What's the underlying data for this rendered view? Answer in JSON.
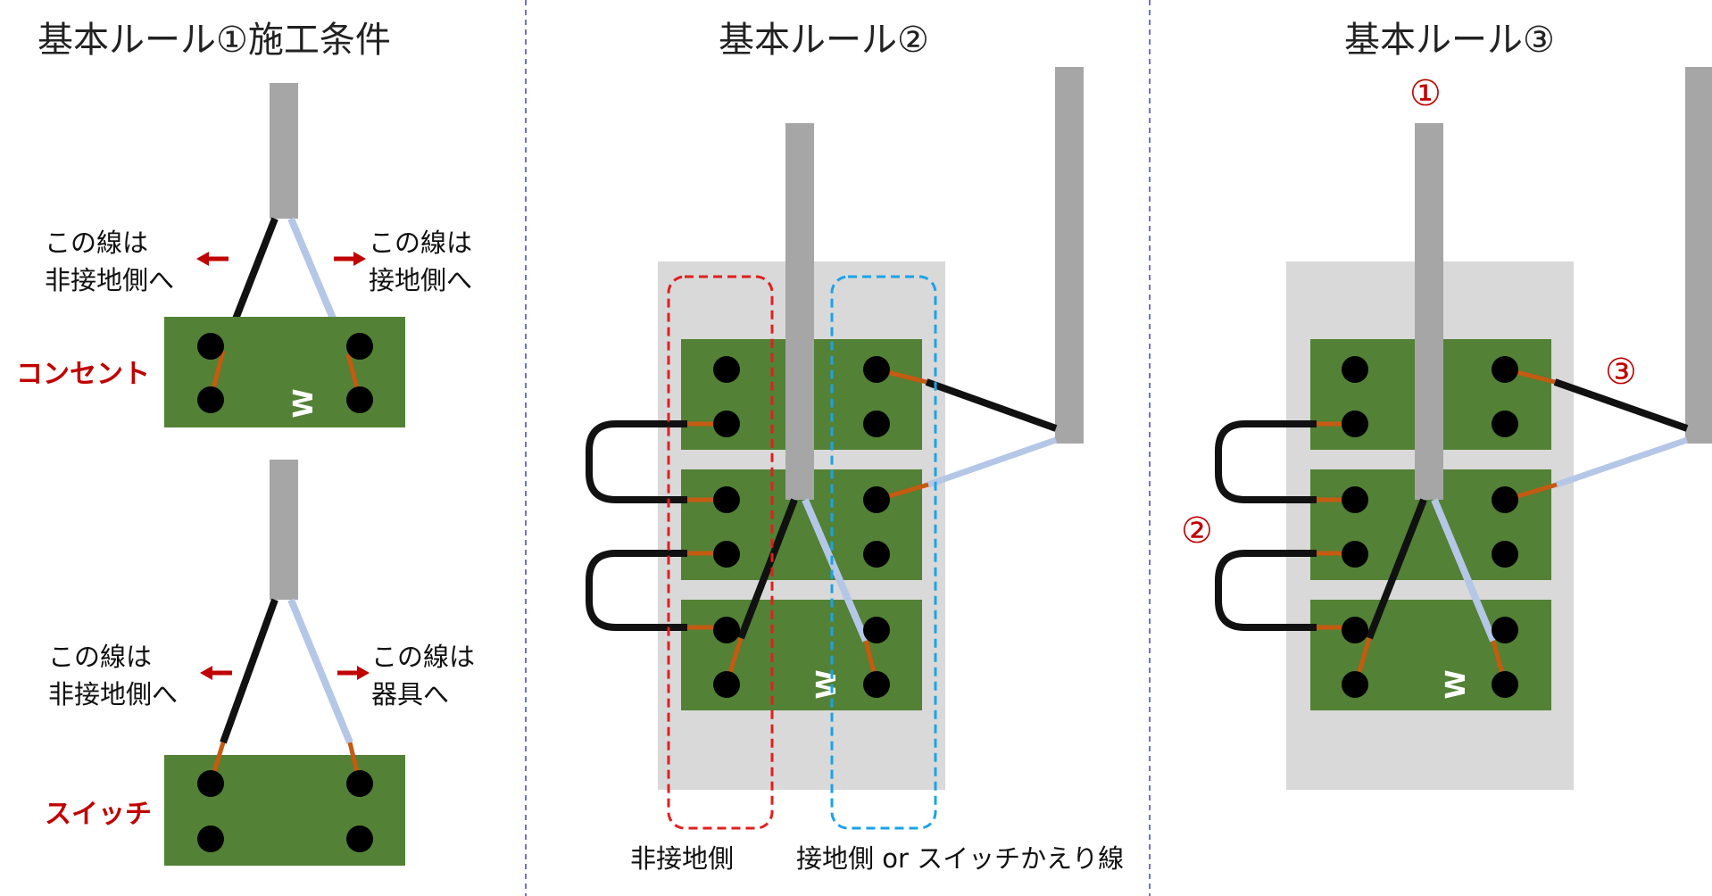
{
  "panels": {
    "rule1": {
      "title": "基本ルール①施工条件",
      "outlet": {
        "device_label": "コンセント",
        "left_note": [
          "この線は",
          "非接地側へ"
        ],
        "right_note": [
          "この線は",
          "接地側へ"
        ],
        "terminal_mark": "W"
      },
      "switch": {
        "device_label": "スイッチ",
        "left_note": [
          "この線は",
          "非接地側へ"
        ],
        "right_note": [
          "この線は",
          "器具へ"
        ]
      }
    },
    "rule2": {
      "title": "基本ルール②",
      "terminal_mark": "W",
      "left_column_label": "非接地側",
      "right_column_label": "接地側 or スイッチかえり線"
    },
    "rule3": {
      "title": "基本ルール③",
      "terminal_mark": "W",
      "markers": [
        "①",
        "②",
        "③"
      ]
    }
  },
  "colors": {
    "board": "#538135",
    "box": "#d9d9d9",
    "cable": "#a6a6a6",
    "black_wire": "#111111",
    "white_wire": "#b4c7e7",
    "copper": "#c55a11",
    "red": "#c00000",
    "red_dash": "#e02020",
    "cyan_dash": "#1aa3e8",
    "divider": "#4040c0"
  }
}
